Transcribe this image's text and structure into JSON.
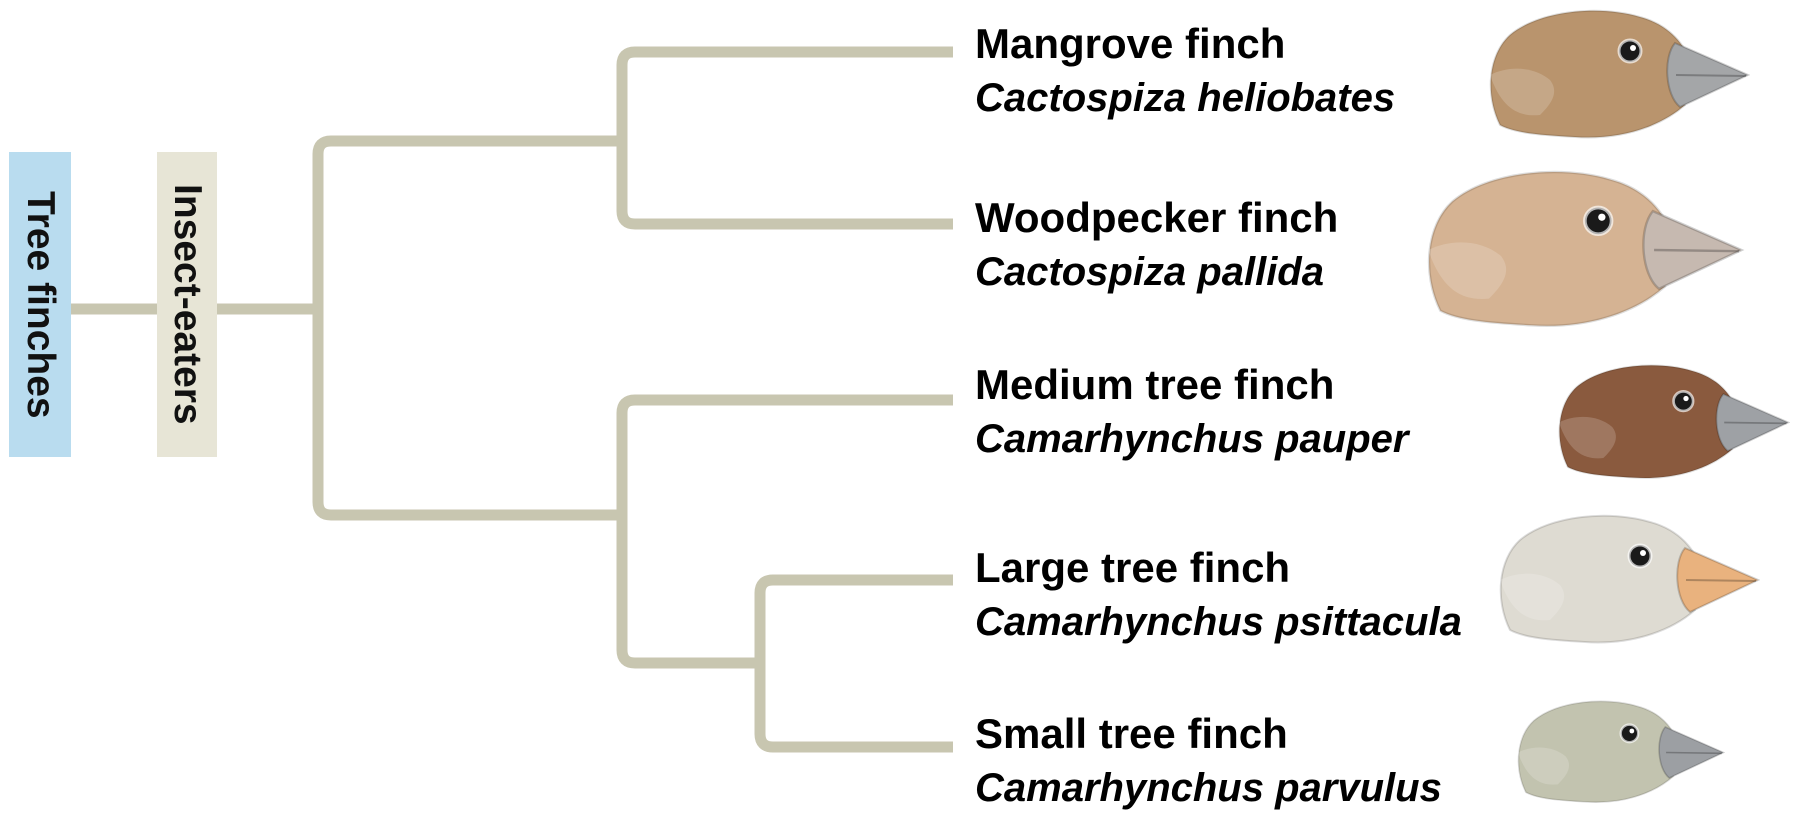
{
  "labels": {
    "group": "Tree finches",
    "subgroup": "Insect-eaters"
  },
  "colors": {
    "branch": "#c8c6b0",
    "group_band": "#b9dcef",
    "subgroup_band": "#e7e5d6"
  },
  "species": [
    {
      "common": "Mangrove finch",
      "scientific": "Cactospiza heliobates",
      "plumage": "#b9946d",
      "beak": "#a4a6a8"
    },
    {
      "common": "Woodpecker finch",
      "scientific": "Cactospiza pallida",
      "plumage": "#d5b393",
      "beak": "#c6b9b0"
    },
    {
      "common": "Medium tree finch",
      "scientific": "Camarhynchus pauper",
      "plumage": "#8a5a3e",
      "beak": "#9ea1a5"
    },
    {
      "common": "Large tree finch",
      "scientific": "Camarhynchus psittacula",
      "plumage": "#dedbd2",
      "beak": "#e9b27e"
    },
    {
      "common": "Small tree finch",
      "scientific": "Camarhynchus parvulus",
      "plumage": "#c2c3af",
      "beak": "#9c9fa3"
    }
  ]
}
